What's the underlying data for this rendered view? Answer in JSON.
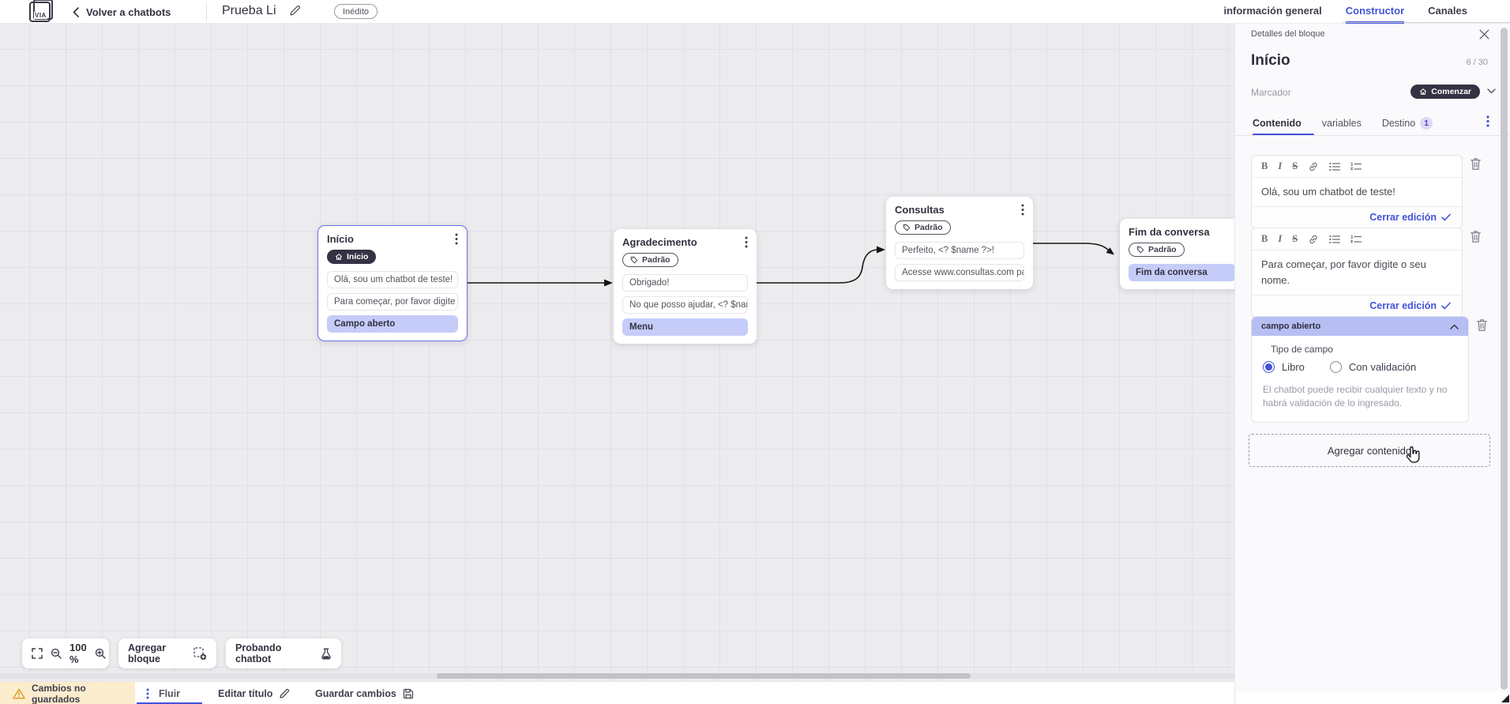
{
  "header": {
    "logo_text": "VIA",
    "back_label": "Volver a chatbots",
    "chatbot_title": "Prueba Li",
    "status_badge": "Inédito",
    "nav_tabs": [
      {
        "label": "información general",
        "active": false
      },
      {
        "label": "Constructor",
        "active": true
      },
      {
        "label": "Canales",
        "active": false
      }
    ]
  },
  "canvas": {
    "zoom_level": "100 %",
    "add_block_label": "Agregar bloque",
    "test_chatbot_label": "Probando chatbot",
    "nodes": [
      {
        "title": "Início",
        "badge": "Início",
        "selected": true,
        "rows": [
          {
            "text": "Olá, sou um chatbot de teste!",
            "highlight": false
          },
          {
            "text": "Para começar, por favor digite o ...",
            "highlight": false
          },
          {
            "text": "Campo aberto",
            "highlight": true
          }
        ]
      },
      {
        "title": "Agradecimento",
        "badge": "Padrão",
        "selected": false,
        "rows": [
          {
            "text": "Obrigado!",
            "highlight": false
          },
          {
            "text": "No que posso ajudar, <? $name ...",
            "highlight": false
          },
          {
            "text": "Menu",
            "highlight": true
          }
        ]
      },
      {
        "title": "Consultas",
        "badge": "Padrão",
        "selected": false,
        "rows": [
          {
            "text": "Perfeito, <? $name ?>!",
            "highlight": false
          },
          {
            "text": "Acesse www.consultas.com par...",
            "highlight": false
          }
        ]
      },
      {
        "title": "Fim da conversa",
        "badge": "Padrão",
        "selected": false,
        "rows": [
          {
            "text": "Fim da conversa",
            "highlight": true
          }
        ]
      }
    ]
  },
  "panel": {
    "header_title": "Detalles del bloque",
    "block_title": "Início",
    "counter": "6 / 30",
    "marker_label": "Marcador",
    "marker_value": "Comenzar",
    "tabs": [
      {
        "label": "Contenido",
        "active": true
      },
      {
        "label": "variables",
        "active": false
      },
      {
        "label": "Destino",
        "active": false,
        "badge": "1"
      }
    ],
    "editors": [
      {
        "text": "Olá, sou um chatbot de teste!",
        "close_label": "Cerrar edición"
      },
      {
        "text": "Para começar, por favor digite o seu nome.",
        "close_label": "Cerrar edición"
      }
    ],
    "open_field": {
      "header": "campo abierto",
      "type_label": "Tipo de campo",
      "options": [
        {
          "label": "Libro",
          "selected": true
        },
        {
          "label": "Con validación",
          "selected": false
        }
      ],
      "help_text": "El chatbot puede recibir cualquier texto y no habrá validación de lo ingresado."
    },
    "add_content_label": "Agregar contenido"
  },
  "footer": {
    "unsaved_label": "Cambios no guardados",
    "flow_tab": "Fluir",
    "edit_title_label": "Editar título",
    "save_label": "Guardar cambios"
  },
  "colors": {
    "accent": "#4353d8",
    "highlight_row": "#c5ccf8",
    "dark_badge": "#343243",
    "warning_bg": "#fbeccd",
    "canvas_bg": "#ecebee"
  }
}
